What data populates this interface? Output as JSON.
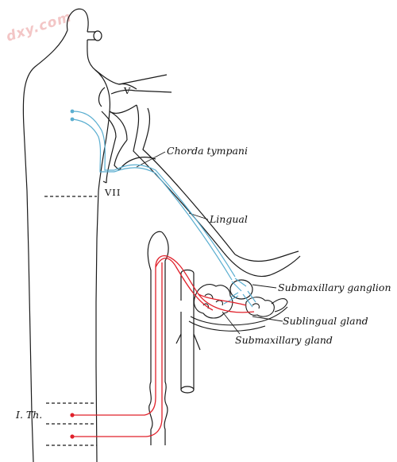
{
  "watermark": "dxy.com",
  "labels": {
    "cranial_v": "V",
    "cranial_vii": "VII",
    "chorda_tympani": "Chorda tympani",
    "lingual": "Lingual",
    "submaxillary_ganglion": "Submaxillary ganglion",
    "sublingual_gland": "Sublingual gland",
    "submaxillary_gland": "Submaxillary gland",
    "first_thoracic": "I. Th."
  },
  "colors": {
    "outline": "#1a1a1a",
    "nerve_blue": "#5aaed0",
    "nerve_red": "#e0202a",
    "watermark": "#f3c6c6"
  }
}
